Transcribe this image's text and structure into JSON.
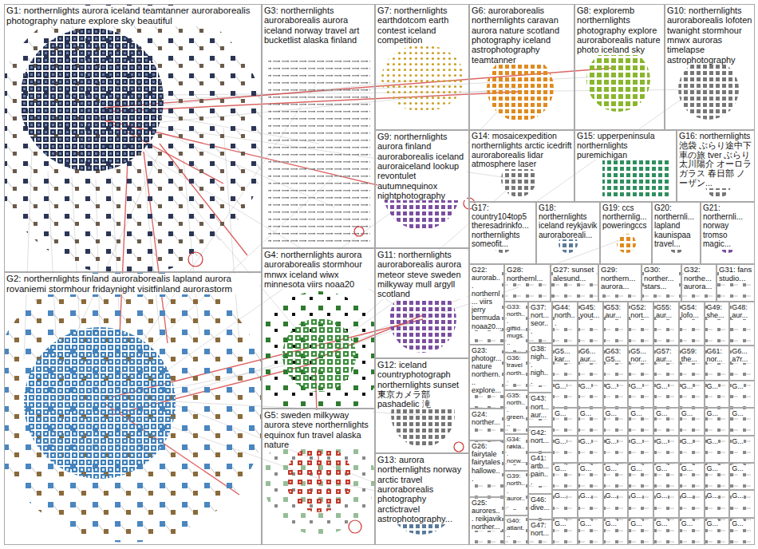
{
  "diagram": {
    "nodes": [
      {
        "text": [
          "G1: northernlights aurora iceland teamtanner auroraborealis photography nature explore sky beautiful"
        ]
      },
      {
        "text": [
          "G2: northernlights finland auroraborealis lapland aurora rovaniemi stormhour fridaynight visitfinland aurorastorm"
        ]
      },
      {
        "text": [
          "G3: northernlights auroraborealis aurora iceland norway travel art bucketlist alaska finland"
        ]
      },
      {
        "text": [
          "G4: northernlights aurora auroraborealis stormhour mnwx iceland wiwx minnesota viirs noaa20"
        ]
      },
      {
        "text": [
          "G5: sweden milkyway aurora steve northernlights equinox fun travel alaska nature"
        ]
      },
      {
        "text": [
          "G7: northernlights earthdotcom earth contest iceland competition"
        ]
      },
      {
        "text": [
          "G6: auroraborealis northernlights caravan aurora nature scotland photography iceland astrophotography teamtanner"
        ]
      },
      {
        "text": [
          "G8: exploremb northernlights photography explore auroraborealis nature photo iceland sky"
        ]
      },
      {
        "text": [
          "G10: northernlights auroraborealis lofoten twanight stormhour mnwx auroras timelapse astrophotography"
        ]
      },
      {
        "text": [
          "G9: northernlights aurora finland auroraborealis iceland auroraiceland lookup revontulet autumnequinox nightphotography"
        ]
      },
      {
        "text": [
          "G14: mosaicexpedition northernlights arctic icedrift auroraborealis lidar atmosphere laser"
        ]
      },
      {
        "text": [
          "G15: upperpeninsula northernlights puremichigan"
        ]
      },
      {
        "text": [
          "G16: northernlights 池袋 ぶらり途中下車の旅 tver ぶらり 太川陽介 オーロラガラス 春日部 ノーザン..."
        ]
      },
      {
        "text": [
          "G17: country104top5 theresadrinkfo... northernlights someofit..."
        ]
      },
      {
        "text": [
          "G18: northernlights iceland reykjavik auroraboreali..."
        ]
      },
      {
        "text": [
          "G19: ccs northernlig... poweringccs"
        ]
      },
      {
        "text": [
          "G20: northernli... lapland kaunispaa travel..."
        ]
      },
      {
        "text": [
          "G21: northernli... norway tromso magic..."
        ]
      },
      {
        "text": [
          "G11: northernlights auroraborealis aurora meteor steve sweden milkyway mull argyll scotland"
        ]
      },
      {
        "text": [
          "G12: iceland countryphotograph northernlights sunset 東京カメラ部 pashadelic 滝"
        ]
      },
      {
        "text": [
          "G13: aurora northernlights norway arctic travel auroraborealis photography arctictravel astrophotography..."
        ]
      },
      {
        "text": [
          "G28: northernl..."
        ]
      },
      {
        "text": [
          "G27: sunset alesund..."
        ]
      },
      {
        "text": [
          "G29: northern... aurora..."
        ]
      },
      {
        "text": [
          "G30: norther... stars..."
        ]
      },
      {
        "text": [
          "G32: northe... aurora..."
        ]
      },
      {
        "text": [
          "G31: fans studio..."
        ]
      },
      {
        "text": [
          "G22: aurorab... northernl... viirs jerry bermuda noaa20..."
        ]
      },
      {
        "text": [
          "G23: photogr... nature northern... explore..."
        ]
      },
      {
        "text": [
          "G24: norther..."
        ]
      },
      {
        "text": [
          "G26: fairytale fairytales hallowe..."
        ]
      },
      {
        "text": [
          "G25: aurores... reikjavik norther..."
        ]
      },
      {
        "text": [
          "G33: north... giftid... mugs..."
        ]
      },
      {
        "text": [
          "G36: travel north..."
        ]
      },
      {
        "text": [
          "G35: north... green..."
        ]
      },
      {
        "text": [
          "G34: røkla... norw..."
        ]
      },
      {
        "text": [
          "G39: north... auror..."
        ]
      },
      {
        "text": [
          "G40: atlant..."
        ]
      },
      {
        "text": [
          "G37: nort... seor..."
        ]
      },
      {
        "text": [
          "G38: nigh... nigh..."
        ]
      },
      {
        "text": [
          "G43: nort... aur..."
        ]
      },
      {
        "text": [
          "G42: nort..."
        ]
      },
      {
        "text": [
          "G41: artb... pain..."
        ]
      },
      {
        "text": [
          "G46: dive..."
        ]
      },
      {
        "text": [
          "G47: nort..."
        ]
      },
      {
        "text": [
          "G44: north..."
        ]
      },
      {
        "text": [
          "G45: yout..."
        ]
      },
      {
        "text": [
          "G53: aur..."
        ]
      },
      {
        "text": [
          "G52: nort..."
        ]
      },
      {
        "text": [
          "G55: aur..."
        ]
      },
      {
        "text": [
          "G54: lofo..."
        ]
      },
      {
        "text": [
          "G49: she..."
        ]
      },
      {
        "text": [
          "G48: aur..."
        ]
      },
      {
        "text": [
          "G5... kar..."
        ]
      },
      {
        "text": [
          "G6... aur..."
        ]
      },
      {
        "text": [
          "G63: G5..."
        ]
      },
      {
        "text": [
          "G5... nor..."
        ]
      },
      {
        "text": [
          "G57: aur..."
        ]
      },
      {
        "text": [
          "G59: the..."
        ]
      },
      {
        "text": [
          "G61: nor..."
        ]
      },
      {
        "text": [
          "G6... a7r..."
        ]
      },
      {
        "text": [
          "G..."
        ]
      },
      {
        "text": [
          "G..."
        ]
      },
      {
        "text": [
          "G..."
        ]
      },
      {
        "text": [
          "G..."
        ]
      },
      {
        "text": [
          "G..."
        ]
      },
      {
        "text": [
          "G..."
        ]
      },
      {
        "text": [
          "G..."
        ]
      },
      {
        "text": [
          "G..."
        ]
      },
      {
        "text": [
          "G..."
        ]
      },
      {
        "text": [
          "G..."
        ]
      },
      {
        "text": [
          "G..."
        ]
      },
      {
        "text": [
          "G..."
        ]
      },
      {
        "text": [
          "G..."
        ]
      },
      {
        "text": [
          "G..."
        ]
      },
      {
        "text": [
          "G..."
        ]
      },
      {
        "text": [
          "G..."
        ]
      },
      {
        "text": [
          "G..."
        ]
      },
      {
        "text": [
          "G..."
        ]
      },
      {
        "text": [
          "G..."
        ]
      },
      {
        "text": [
          "G..."
        ]
      },
      {
        "text": [
          "G..."
        ]
      },
      {
        "text": [
          "G..."
        ]
      },
      {
        "text": [
          "G..."
        ]
      },
      {
        "text": [
          "G..."
        ]
      },
      {
        "text": [
          "G..."
        ]
      },
      {
        "text": [
          "G..."
        ]
      },
      {
        "text": [
          "G..."
        ]
      },
      {
        "text": [
          "G..."
        ]
      },
      {
        "text": [
          "G..."
        ]
      },
      {
        "text": [
          "G..."
        ]
      },
      {
        "text": [
          "G..."
        ]
      },
      {
        "text": [
          "G..."
        ]
      },
      {
        "text": [
          "G..."
        ]
      },
      {
        "text": [
          "G..."
        ]
      },
      {
        "text": [
          "G..."
        ]
      },
      {
        "text": [
          "G..."
        ]
      },
      {
        "text": [
          "G..."
        ]
      },
      {
        "text": [
          "G..."
        ]
      },
      {
        "text": [
          "G..."
        ]
      },
      {
        "text": [
          "G..."
        ]
      },
      {
        "text": [
          "G..."
        ]
      },
      {
        "text": [
          "G..."
        ]
      },
      {
        "text": [
          "G..."
        ]
      },
      {
        "text": [
          "G..."
        ]
      },
      {
        "text": [
          "G..."
        ]
      },
      {
        "text": [
          "G..."
        ]
      },
      {
        "text": [
          "G..."
        ]
      },
      {
        "text": [
          "G..."
        ]
      }
    ]
  }
}
